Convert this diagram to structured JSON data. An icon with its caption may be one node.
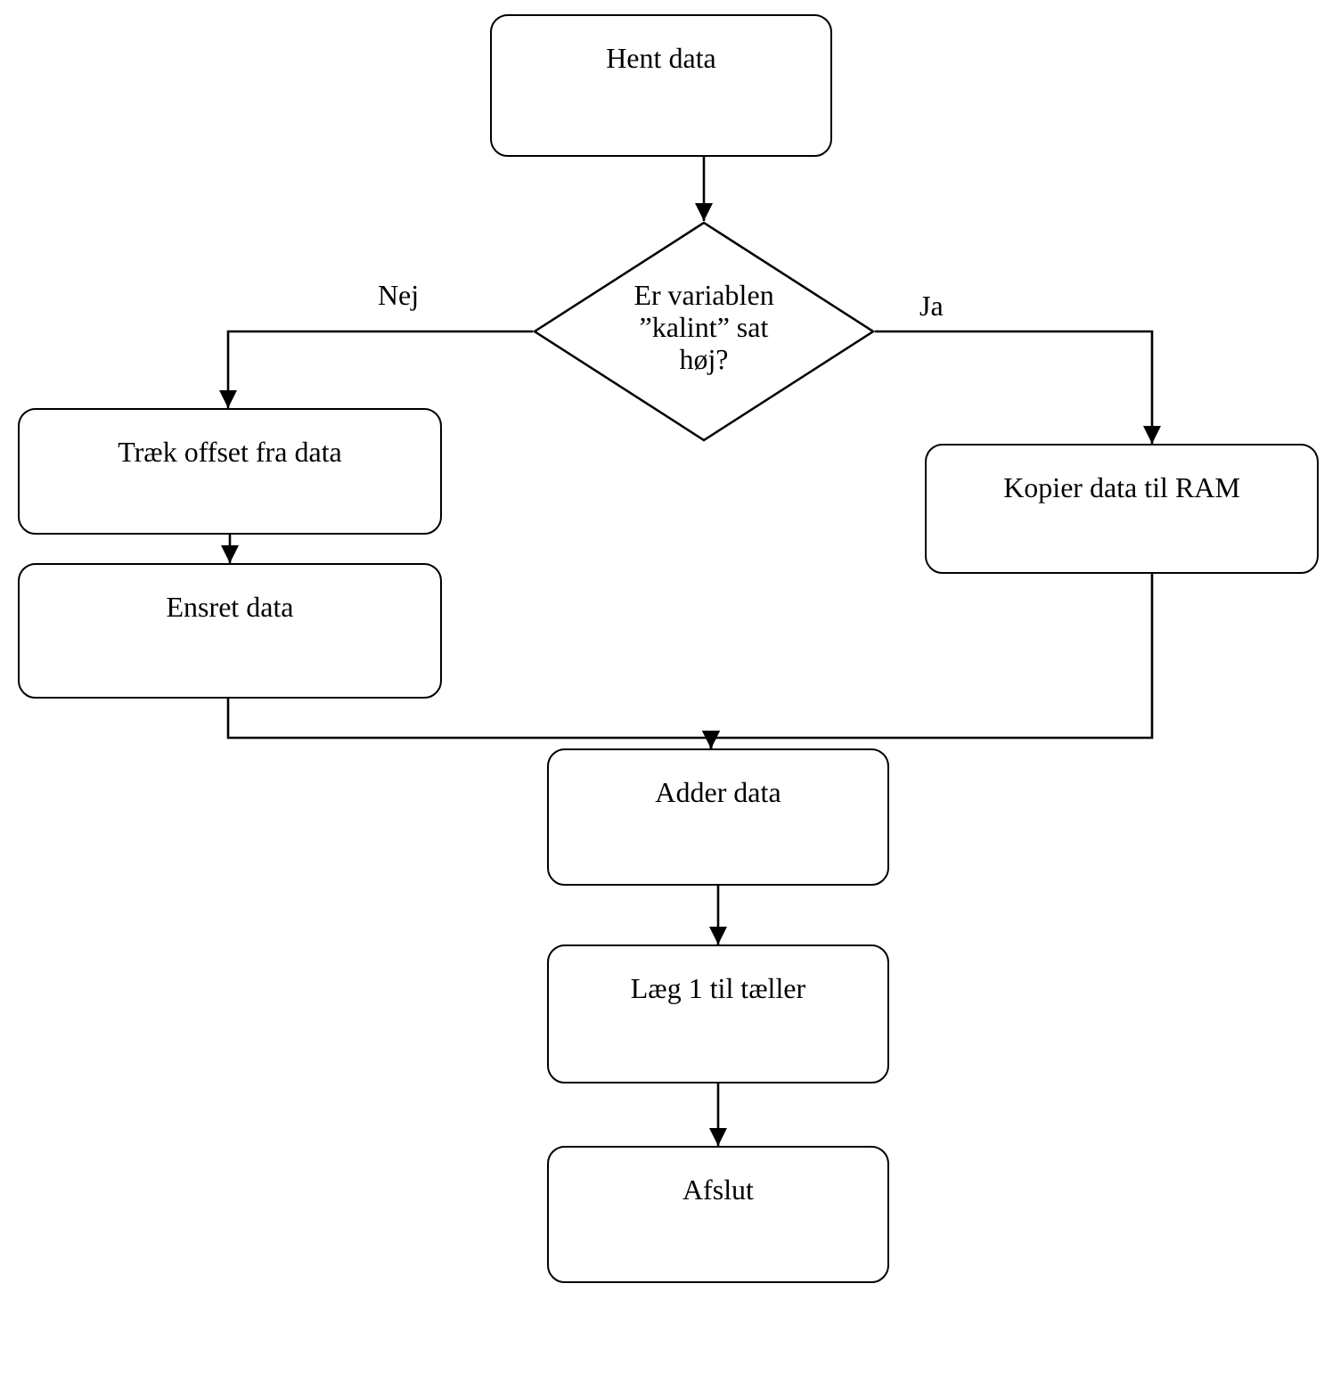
{
  "diagram": {
    "nodes": [
      {
        "text": [
          "Hent data"
        ]
      },
      {
        "text": [
          "Er variablen ”kalint” sat høj?"
        ]
      },
      {
        "text": [
          "Træk offset fra data"
        ]
      },
      {
        "text": [
          "Ensret data"
        ]
      },
      {
        "text": [
          "Kopier data til RAM"
        ]
      },
      {
        "text": [
          "Adder data"
        ]
      },
      {
        "text": [
          "Læg 1 til tæller"
        ]
      },
      {
        "text": [
          "Afslut"
        ]
      }
    ],
    "edges": [
      {
        "from": 0,
        "to": 1,
        "arrow": "to"
      },
      {
        "from": 1,
        "to": 2,
        "arrow": "to",
        "label": "Nej"
      },
      {
        "from": 1,
        "to": 4,
        "arrow": "to",
        "label": "Ja"
      },
      {
        "from": 2,
        "to": 3,
        "arrow": "to"
      },
      {
        "from": 3,
        "to": 5,
        "arrow": "to"
      },
      {
        "from": 4,
        "to": 5,
        "arrow": "to"
      },
      {
        "from": 5,
        "to": 6,
        "arrow": "to"
      },
      {
        "from": 6,
        "to": 7,
        "arrow": "to"
      }
    ]
  }
}
